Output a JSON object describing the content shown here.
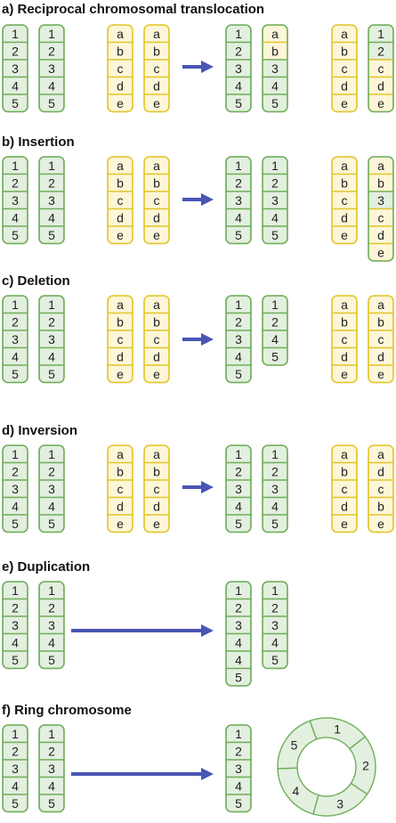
{
  "colors": {
    "green_fill": "#e3efdf",
    "green_stroke": "#6fae5a",
    "yellow_fill": "#fdf6d8",
    "yellow_stroke": "#e2c62b",
    "arrow": "#4a55b5",
    "text": "#222222"
  },
  "panels": [
    {
      "id": "a",
      "title": "a) Reciprocal chromosomal translocation",
      "before": [
        {
          "color": "green",
          "segments": [
            "1",
            "2",
            "3",
            "4",
            "5"
          ]
        },
        {
          "color": "green",
          "segments": [
            "1",
            "2",
            "3",
            "4",
            "5"
          ]
        },
        {
          "color": "yellow",
          "segments": [
            "a",
            "b",
            "c",
            "d",
            "e"
          ]
        },
        {
          "color": "yellow",
          "segments": [
            "a",
            "b",
            "c",
            "d",
            "e"
          ]
        }
      ],
      "after": [
        {
          "color": "green",
          "segments": [
            "1",
            "2",
            "3",
            "4",
            "5"
          ]
        },
        {
          "color": "mixed",
          "segments": [
            {
              "t": "a",
              "c": "yellow"
            },
            {
              "t": "b",
              "c": "yellow"
            },
            {
              "t": "3",
              "c": "green"
            },
            {
              "t": "4",
              "c": "green"
            },
            {
              "t": "5",
              "c": "green"
            }
          ]
        },
        {
          "color": "yellow",
          "segments": [
            "a",
            "b",
            "c",
            "d",
            "e"
          ]
        },
        {
          "color": "mixed",
          "segments": [
            {
              "t": "1",
              "c": "green"
            },
            {
              "t": "2",
              "c": "green"
            },
            {
              "t": "c",
              "c": "yellow"
            },
            {
              "t": "d",
              "c": "yellow"
            },
            {
              "t": "e",
              "c": "yellow"
            }
          ]
        }
      ]
    },
    {
      "id": "b",
      "title": "b) Insertion",
      "before": [
        {
          "color": "green",
          "segments": [
            "1",
            "2",
            "3",
            "4",
            "5"
          ]
        },
        {
          "color": "green",
          "segments": [
            "1",
            "2",
            "3",
            "4",
            "5"
          ]
        },
        {
          "color": "yellow",
          "segments": [
            "a",
            "b",
            "c",
            "d",
            "e"
          ]
        },
        {
          "color": "yellow",
          "segments": [
            "a",
            "b",
            "c",
            "d",
            "e"
          ]
        }
      ],
      "after": [
        {
          "color": "green",
          "segments": [
            "1",
            "2",
            "3",
            "4",
            "5"
          ]
        },
        {
          "color": "green",
          "segments": [
            "1",
            "2",
            "3",
            "4",
            "5"
          ]
        },
        {
          "color": "yellow",
          "segments": [
            "a",
            "b",
            "c",
            "d",
            "e"
          ]
        },
        {
          "color": "mixed",
          "segments": [
            {
              "t": "a",
              "c": "yellow"
            },
            {
              "t": "b",
              "c": "yellow"
            },
            {
              "t": "3",
              "c": "green"
            },
            {
              "t": "c",
              "c": "yellow"
            },
            {
              "t": "d",
              "c": "yellow"
            },
            {
              "t": "e",
              "c": "yellow"
            }
          ]
        }
      ]
    },
    {
      "id": "c",
      "title": "c) Deletion",
      "before": [
        {
          "color": "green",
          "segments": [
            "1",
            "2",
            "3",
            "4",
            "5"
          ]
        },
        {
          "color": "green",
          "segments": [
            "1",
            "2",
            "3",
            "4",
            "5"
          ]
        },
        {
          "color": "yellow",
          "segments": [
            "a",
            "b",
            "c",
            "d",
            "e"
          ]
        },
        {
          "color": "yellow",
          "segments": [
            "a",
            "b",
            "c",
            "d",
            "e"
          ]
        }
      ],
      "after": [
        {
          "color": "green",
          "segments": [
            "1",
            "2",
            "3",
            "4",
            "5"
          ]
        },
        {
          "color": "green",
          "segments": [
            "1",
            "2",
            "4",
            "5"
          ]
        },
        {
          "color": "yellow",
          "segments": [
            "a",
            "b",
            "c",
            "d",
            "e"
          ]
        },
        {
          "color": "yellow",
          "segments": [
            "a",
            "b",
            "c",
            "d",
            "e"
          ]
        }
      ]
    },
    {
      "id": "d",
      "title": "d) Inversion",
      "before": [
        {
          "color": "green",
          "segments": [
            "1",
            "2",
            "3",
            "4",
            "5"
          ]
        },
        {
          "color": "green",
          "segments": [
            "1",
            "2",
            "3",
            "4",
            "5"
          ]
        },
        {
          "color": "yellow",
          "segments": [
            "a",
            "b",
            "c",
            "d",
            "e"
          ]
        },
        {
          "color": "yellow",
          "segments": [
            "a",
            "b",
            "c",
            "d",
            "e"
          ]
        }
      ],
      "after": [
        {
          "color": "green",
          "segments": [
            "1",
            "2",
            "3",
            "4",
            "5"
          ]
        },
        {
          "color": "green",
          "segments": [
            "1",
            "2",
            "3",
            "4",
            "5"
          ]
        },
        {
          "color": "yellow",
          "segments": [
            "a",
            "b",
            "c",
            "d",
            "e"
          ]
        },
        {
          "color": "yellow",
          "segments": [
            "a",
            "d",
            "c",
            "b",
            "e"
          ]
        }
      ]
    },
    {
      "id": "e",
      "title": "e) Duplication",
      "before": [
        {
          "color": "green",
          "segments": [
            "1",
            "2",
            "3",
            "4",
            "5"
          ]
        },
        {
          "color": "green",
          "segments": [
            "1",
            "2",
            "3",
            "4",
            "5"
          ]
        }
      ],
      "after": [
        {
          "color": "green",
          "segments": [
            "1",
            "2",
            "3",
            "4",
            "4",
            "5"
          ]
        },
        {
          "color": "green",
          "segments": [
            "1",
            "2",
            "3",
            "4",
            "5"
          ]
        }
      ]
    },
    {
      "id": "f",
      "title": "f) Ring chromosome",
      "before": [
        {
          "color": "green",
          "segments": [
            "1",
            "2",
            "3",
            "4",
            "5"
          ]
        },
        {
          "color": "green",
          "segments": [
            "1",
            "2",
            "3",
            "4",
            "5"
          ]
        }
      ],
      "after": [
        {
          "color": "green",
          "segments": [
            "1",
            "2",
            "3",
            "4",
            "5"
          ]
        }
      ],
      "ring": {
        "segments": [
          "1",
          "2",
          "3",
          "4",
          "5"
        ]
      }
    }
  ]
}
